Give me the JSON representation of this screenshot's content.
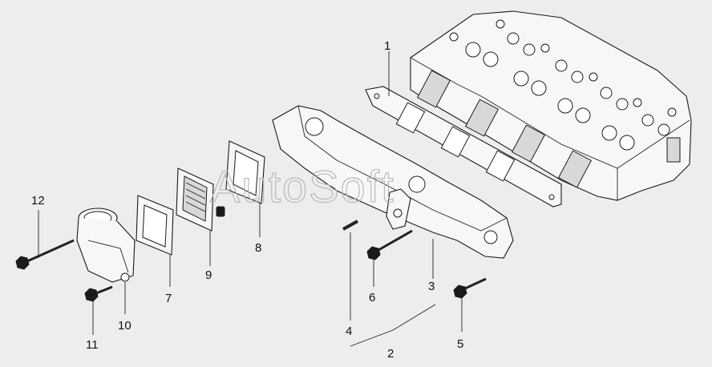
{
  "watermark": "AutoSoft",
  "callouts": [
    {
      "id": "1",
      "text": "1"
    },
    {
      "id": "2",
      "text": "2"
    },
    {
      "id": "3",
      "text": "3"
    },
    {
      "id": "4",
      "text": "4"
    },
    {
      "id": "5",
      "text": "5"
    },
    {
      "id": "6",
      "text": "6"
    },
    {
      "id": "7",
      "text": "7"
    },
    {
      "id": "8",
      "text": "8"
    },
    {
      "id": "9",
      "text": "9"
    },
    {
      "id": "10",
      "text": "10"
    },
    {
      "id": "11",
      "text": "11"
    },
    {
      "id": "12",
      "text": "12"
    }
  ]
}
